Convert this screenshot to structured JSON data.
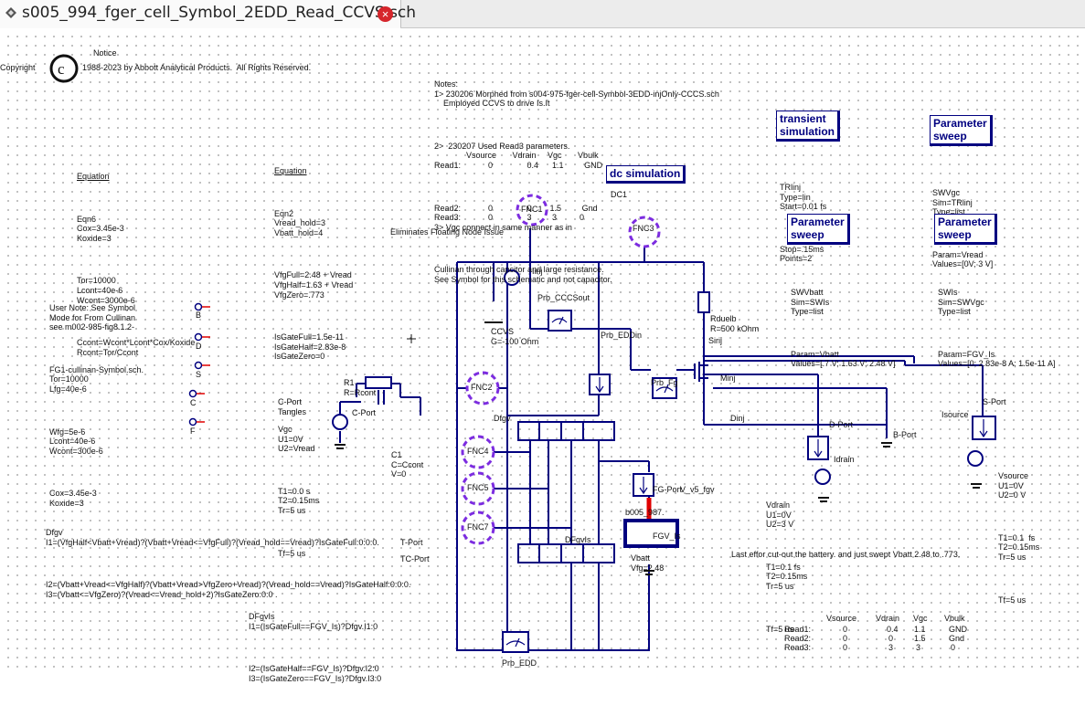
{
  "tab": {
    "title": "s005_994_fger_cell_Symbol_2EDD_Read_CCVS.sch",
    "close_symbol": "×"
  },
  "copyright": {
    "notice_label": "Notice",
    "copyright_label": "Copyright",
    "text": "1988-2023 by Abbott Analytical Products.  All Rights Reserved."
  },
  "notes": {
    "lines": [
      "Notes:",
      "1> 230206 Morphed from s004-975-fger-cell-Symbol-3EDD-injOnly-CCCS.sch",
      "    Employed CCVS to drive Is.It",
      "2>  230207 Used Read3 parameters.",
      "              Vsource       Vdrain     Vgc       Vbulk",
      "Read1:            0               0.4      1.1         GND",
      "Read2:            0               0.       1.5         Gnd",
      "Read3:            0               3         3          0",
      "3> Vgc connect in same manner as in",
      "Cullinan through capcitor and large resistance.",
      "See Symbol for this schematic and not capacitor."
    ]
  },
  "eq6": {
    "header": "Equation",
    "lines": [
      "Eqn6",
      "Cox=3.45e-3",
      "Koxide=3",
      "Tor=10000",
      "Lcont=40e-6",
      "Wcont=3000e-6",
      "Ccont=Wcont*Lcont*Cox/Koxide",
      "Rcont=Tor/Ccont"
    ]
  },
  "eq2": {
    "header": "Equation",
    "lines": [
      "Eqn2",
      "Vread_hold=3",
      "Vbatt_hold=4",
      "VfgFull=2.48 + Vread",
      "VfgHalf=1.63 + Vread",
      "VfgZero=.773",
      "IsGateFull=1.5e-11",
      "IsGateHalf=2.83e-8",
      "IsGateZero=0"
    ]
  },
  "user_note": {
    "lines": [
      "User Note: See Symbol",
      "Mode for From Cullinan",
      "see m002-985-fig8.1.2-",
      "FG1-cullinan-Symbol.sch.",
      "Tor=10000",
      "Lfg=40e-6",
      "Wfg=5e-6",
      "Lcont=40e-6",
      "Wcont=300e-6",
      "Cox=3.45e-3",
      "Koxide=3"
    ]
  },
  "ports_left": [
    "B",
    "D",
    "S",
    "C",
    "F"
  ],
  "cport": {
    "lines": [
      "C-Port",
      "Tangles"
    ]
  },
  "vgc": {
    "lines": [
      "Vgc",
      "U1=0V",
      "U2=Vread",
      "T1=0.0 s",
      "T2=0.15ms",
      "Tr=5 us",
      "Tf=5 us"
    ]
  },
  "cport_label": "C-Port",
  "r1": {
    "lines": [
      "R1",
      "R=Rcont"
    ]
  },
  "c1": {
    "lines": [
      "C1",
      "C=Ccont",
      "V=0"
    ]
  },
  "dfgv_eq": {
    "lines": [
      "Dfgv",
      "I1=(VfgHalf<Vbatt+Vread)?(Vbatt+Vread<=VfgFull)?(Vread_hold==Vread)?IsGateFull:0:0:0.",
      "I2=(Vbatt+Vread<=VfgHalf)?(Vbatt+Vread>VfgZero+Vread)?(Vread_hold==Vread)?IsGateHalf:0:0:0.",
      "I3=(Vbatt<=VfgZero)?(Vread<=Vread_hold+2)?IsGateZero:0:0 ."
    ]
  },
  "dfgvis_eq": {
    "lines": [
      "DFgvIs",
      "I1=(IsGateFull==FGV_Is)?Dfgv.I1:0",
      "I2=(IsGateHalf==FGV_Is)?Dfgv.I2:0",
      "I3=(IsGateZero==FGV_Is)?Dfgv.I3:0"
    ]
  },
  "tport": "T-Port",
  "tcport": "TC-Port",
  "floating_note": "Eliminates Floating Node Issue",
  "fnc": [
    "FNC1",
    "FNC3",
    "FNC2",
    "FNC4",
    "FNC5",
    "FNC7"
  ],
  "ccvs": {
    "lines": [
      "CCVS",
      "G=-100 Ohm"
    ]
  },
  "iinj": "Iinj",
  "probes": {
    "cccsout": "Prb_CCCSout",
    "eddin": "Prb_EDDin",
    "fg": "Prb_Fg",
    "edd": "Prb_EDD"
  },
  "rduelb": {
    "lines": [
      "Rduelb",
      "R=500 kOhm"
    ]
  },
  "sirij": "Sirij",
  "minj": "Minj",
  "dinj": "Dinj",
  "dfgv_label": "Dfgv",
  "dfgvis_label": "DFgvIs",
  "fgport": {
    "lines": [
      "FG-Port",
      "FGV_Is"
    ]
  },
  "net_label": "V_v5_fgv",
  "b005": "b005_987.",
  "vbatt": {
    "lines": [
      "Vbatt",
      "Vfg=2.48"
    ]
  },
  "dport": "D-Port",
  "bport": "B-Port",
  "sport": "S-Port",
  "idrain": "Idrain",
  "isource": "Isource",
  "vdrain": {
    "lines": [
      "Vdrain",
      "U1=0V",
      "U2=3 V",
      "T1=0.1 fs",
      "T2=0.15ms",
      "Tr=5 us",
      "Tf=5 us"
    ]
  },
  "vsource": {
    "lines": [
      "Vsource",
      "U1=0V",
      "U2=0 V",
      "T1=0.1  fs",
      "T2=0.15ms",
      "Tr=5 us",
      "Tf=5 us"
    ]
  },
  "battery_note": "Last effor cut-out the battery. and just swept Vbatt 2.48 to .773.",
  "dc_sim": {
    "title": "dc simulation",
    "name": "DC1"
  },
  "transient": {
    "title_lines": [
      "transient",
      "simulation"
    ],
    "lines": [
      "TRlinj",
      "Type=lin",
      "Start=0.01 fs",
      "Stop=.15ms",
      "Points=2"
    ]
  },
  "sweep1": {
    "title_lines": [
      "Parameter",
      "sweep"
    ],
    "lines": [
      "SWVgc",
      "Sim=TRlinj",
      "Type=list",
      "Param=Vread",
      "Values=[0V; 3 V]"
    ]
  },
  "sweep2": {
    "title_lines": [
      "Parameter",
      "sweep"
    ],
    "lines": [
      "SWVbatt",
      "Sim=SWIs",
      "Type=list",
      "Param=Vbatt",
      "Values=[.7 V; 1.63 V; 2.48 V]"
    ]
  },
  "sweep3": {
    "title_lines": [
      "Parameter",
      "sweep"
    ],
    "lines": [
      "SWIs",
      "Sim=SWVgc",
      "Type=list",
      "Param=FGV_Is",
      "Values=[0; 2.83e-8 A; 1.5e-11 A]"
    ]
  },
  "read_table": {
    "headers": [
      "",
      "Vsource",
      "Vdrain",
      "Vgc",
      "Vbulk"
    ],
    "rows": [
      [
        "Read1:",
        "0",
        "0.4",
        "1.1",
        "GND"
      ],
      [
        "Read2:",
        "0",
        "0",
        "1.5",
        "Gnd"
      ],
      [
        "Read3:",
        "0",
        "3",
        "3",
        "0"
      ]
    ]
  },
  "colors": {
    "wire": "#00007f",
    "accent": "#000080",
    "highlight": "#e00000",
    "dash": "#7c2ce0"
  }
}
